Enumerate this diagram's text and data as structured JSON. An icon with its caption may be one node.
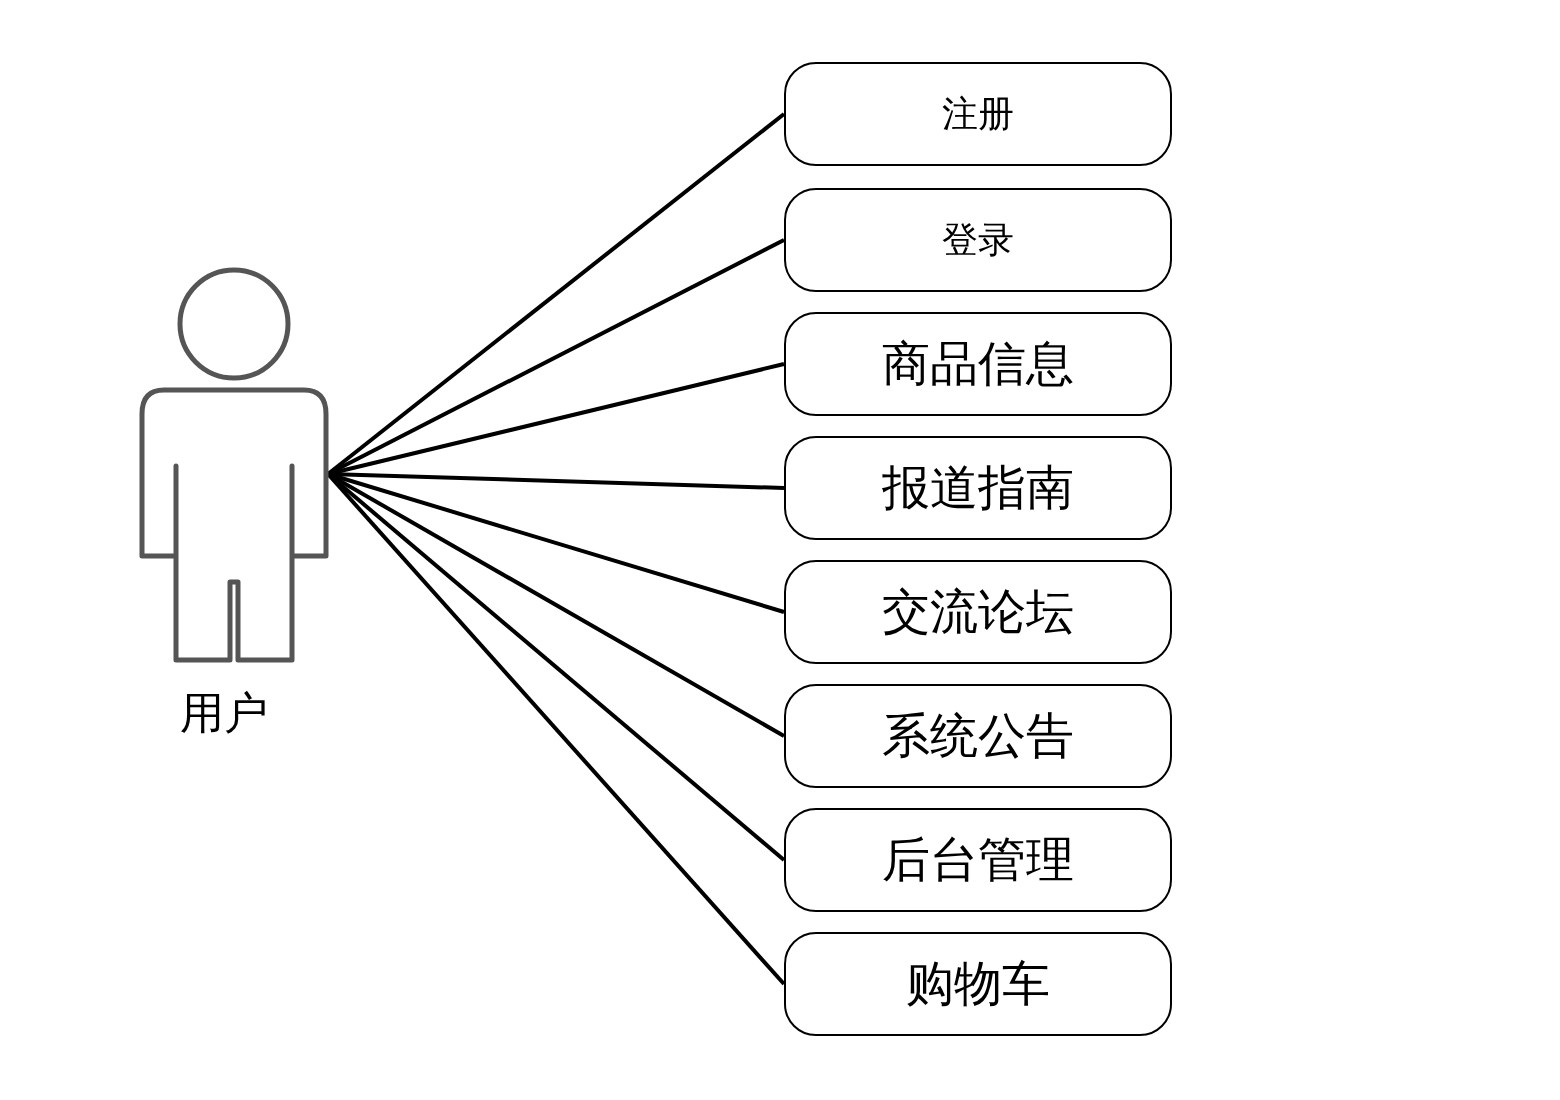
{
  "diagram": {
    "nodes": [
      {
        "text": [
          "用户"
        ]
      },
      {
        "text": [
          "注册"
        ]
      },
      {
        "text": [
          "登录"
        ]
      },
      {
        "text": [
          "商品信息"
        ]
      },
      {
        "text": [
          "报道指南"
        ]
      },
      {
        "text": [
          "交流论坛"
        ]
      },
      {
        "text": [
          "系统公告"
        ]
      },
      {
        "text": [
          "后台管理"
        ]
      },
      {
        "text": [
          "购物车"
        ]
      }
    ],
    "edges": [
      {
        "from": 0,
        "to": 1,
        "arrow": "none"
      },
      {
        "from": 0,
        "to": 2,
        "arrow": "none"
      },
      {
        "from": 0,
        "to": 3,
        "arrow": "none"
      },
      {
        "from": 0,
        "to": 4,
        "arrow": "none"
      },
      {
        "from": 0,
        "to": 5,
        "arrow": "none"
      },
      {
        "from": 0,
        "to": 6,
        "arrow": "none"
      },
      {
        "from": 0,
        "to": 7,
        "arrow": "none"
      },
      {
        "from": 0,
        "to": 8,
        "arrow": "none"
      }
    ]
  }
}
